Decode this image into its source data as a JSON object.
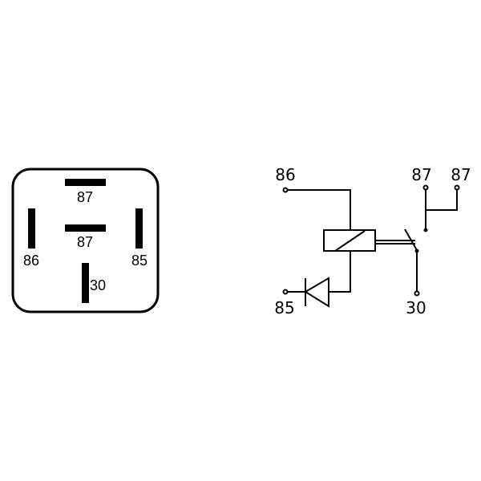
{
  "pinout": {
    "pins": {
      "top": "87",
      "middle": "87",
      "left": "86",
      "right": "85",
      "bottom": "30"
    }
  },
  "schematic": {
    "labels": {
      "coil_top": "86",
      "coil_bottom": "85",
      "contact_a": "87",
      "contact_b": "87",
      "common": "30"
    }
  }
}
